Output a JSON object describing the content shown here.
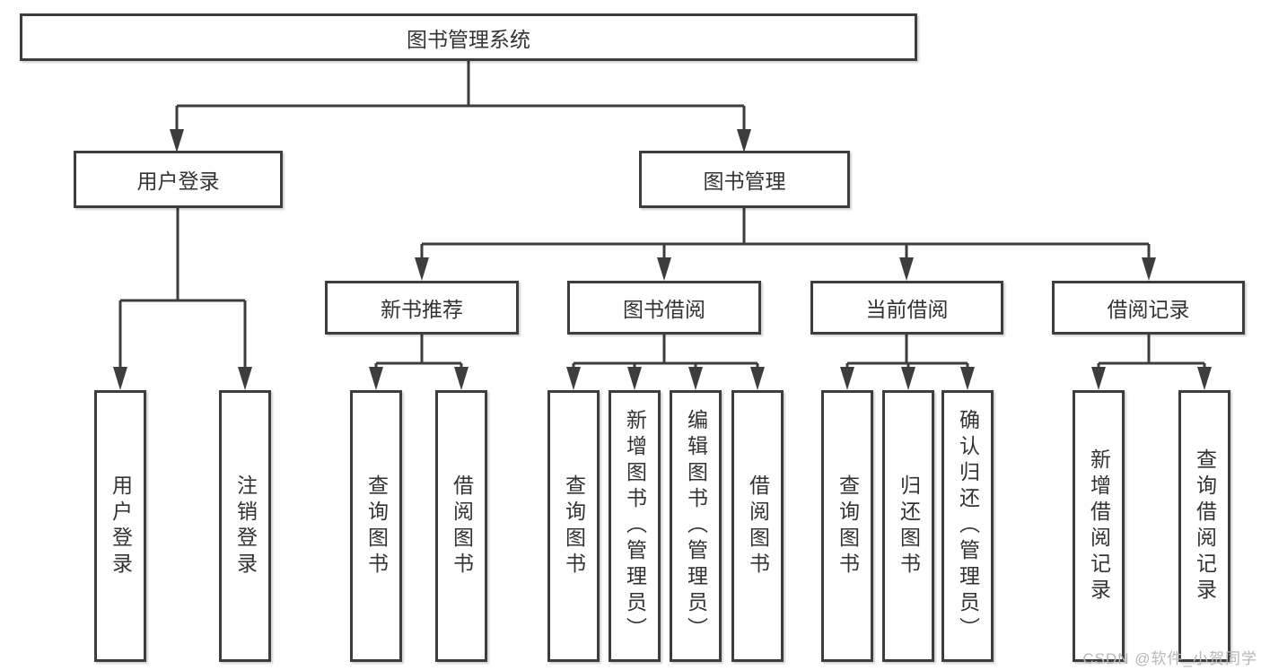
{
  "diagram": {
    "title_node": "图书管理系统",
    "nodes": {
      "user_login": "用户登录",
      "book_management": "图书管理",
      "new_book_recommend": "新书推荐",
      "book_borrow": "图书借阅",
      "current_borrow": "当前借阅",
      "borrow_record": "借阅记录",
      "user_login_children": [
        "用户登录",
        "注销登录"
      ],
      "new_book_children": [
        "查询图书",
        "借阅图书"
      ],
      "book_borrow_children": [
        "查询图书",
        "新增图书（管理员）",
        "编辑图书（管理员）",
        "借阅图书"
      ],
      "current_borrow_children": [
        "查询图书",
        "归还图书",
        "确认归还（管理员）"
      ],
      "borrow_record_children": [
        "新增借阅记录",
        "查询借阅记录"
      ]
    },
    "watermark": "CSDN @软件_小贺同学",
    "colors": {
      "line": "#3d3d3d",
      "text": "#333333",
      "watermark": "#b8b6ba",
      "background": "#ffffff"
    }
  }
}
